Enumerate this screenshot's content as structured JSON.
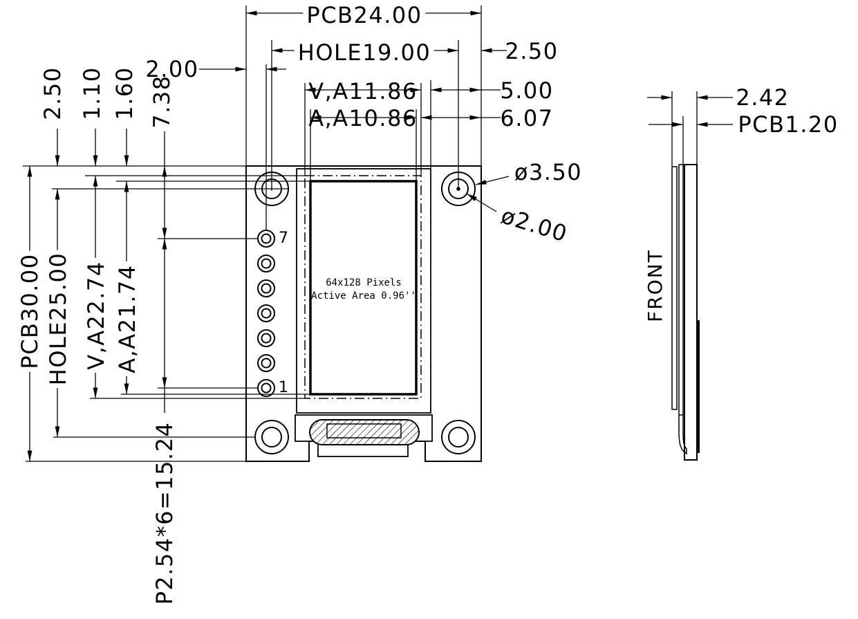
{
  "drawing": {
    "front_view": {
      "dims_top": {
        "pcb_width": "PCB24.00",
        "hole_spacing_h": "HOLE19.00",
        "corner_offset": "2.50",
        "visible_area_width": "V,A11.86",
        "display_edge_gap": "5.00",
        "active_area_width": "A,A10.86",
        "visible_edge_gap": "6.07",
        "pin_col_offset": "2.00"
      },
      "dims_left": {
        "top_margin": "2.50",
        "visible_top_gap": "1.10",
        "active_top_gap": "1.60",
        "pin_top_offset": "7.38",
        "pcb_height": "PCB30.00",
        "hole_spacing_v": "HOLE25.00",
        "visible_area_height": "V,A22.74",
        "active_area_height": "A,A21.74",
        "pin_pitch": "P2.54*6=15.24"
      },
      "dims_holes": {
        "hole_outer_dia": "ø3.50",
        "hole_inner_dia": "ø2.00"
      },
      "display": {
        "line1": "64x128 Pixels",
        "line2": "Active Area 0.96''"
      },
      "pins": {
        "last": "7",
        "first": "1"
      }
    },
    "side_view": {
      "label": "FRONT",
      "dims": {
        "total_thickness": "2.42",
        "pcb_thickness": "PCB1.20"
      }
    }
  }
}
